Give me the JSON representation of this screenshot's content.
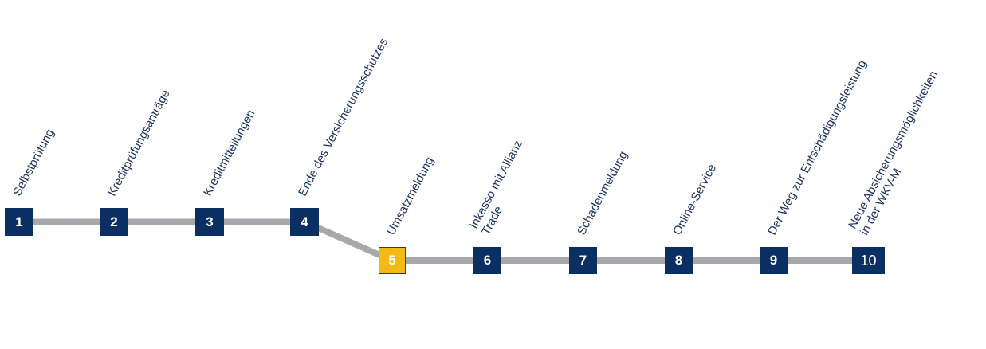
{
  "colors": {
    "box": "#0c2f63",
    "active_box": "#f5b915",
    "active_border": "#3a3a3a",
    "connector": "#a8a8ac",
    "label": "#1c3461"
  },
  "steps": [
    {
      "number": "1",
      "label": [
        "Selbstprüfung"
      ],
      "active": false
    },
    {
      "number": "2",
      "label": [
        "Kreditprüfungsanträge"
      ],
      "active": false
    },
    {
      "number": "3",
      "label": [
        "Kreditmitteilungen"
      ],
      "active": false
    },
    {
      "number": "4",
      "label": [
        "Ende des Versicherungsschutzes"
      ],
      "active": false
    },
    {
      "number": "5",
      "label": [
        "Umsatzmeldung"
      ],
      "active": true
    },
    {
      "number": "6",
      "label": [
        "Inkasso mit Allianz",
        "Trade"
      ],
      "active": false
    },
    {
      "number": "7",
      "label": [
        "Schadenmeldung"
      ],
      "active": false
    },
    {
      "number": "8",
      "label": [
        "Online-Service"
      ],
      "active": false
    },
    {
      "number": "9",
      "label": [
        "Der Weg zur Entschädigungsleistung"
      ],
      "active": false
    },
    {
      "number": "10",
      "label": [
        "Neue Absicherungsmöglichkeiten",
        "in der WKV-M"
      ],
      "active": false
    }
  ]
}
